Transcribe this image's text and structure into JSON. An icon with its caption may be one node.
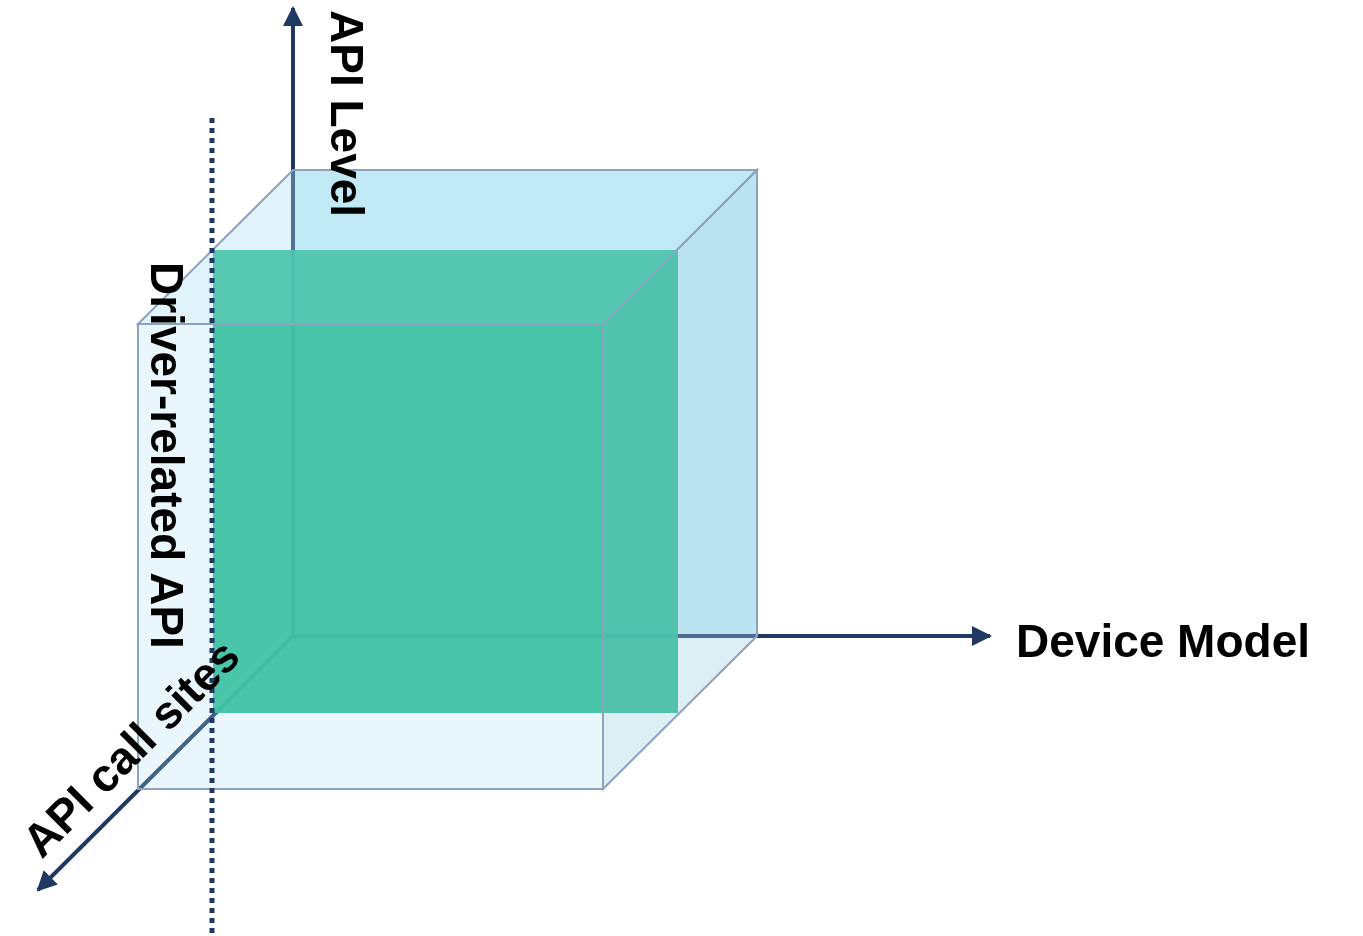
{
  "diagram": {
    "labels": [
      "API Level",
      "Driver-related API",
      "Device Model",
      "API call sites"
    ]
  }
}
